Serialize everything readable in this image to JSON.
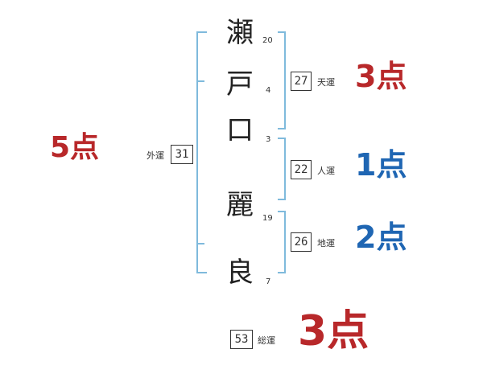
{
  "colors": {
    "red": "#b8282a",
    "blue": "#1f66b3",
    "bracket": "#7fbadc"
  },
  "name_chars": [
    {
      "char": "瀬",
      "strokes": "20"
    },
    {
      "char": "戸",
      "strokes": "4"
    },
    {
      "char": "口",
      "strokes": "3"
    },
    {
      "char": "麗",
      "strokes": "19"
    },
    {
      "char": "良",
      "strokes": "7"
    }
  ],
  "fortunes": {
    "gaiun": {
      "label": "外運",
      "value": "31",
      "score": "5点"
    },
    "tenun": {
      "label": "天運",
      "value": "27",
      "score": "3点"
    },
    "jinun": {
      "label": "人運",
      "value": "22",
      "score": "1点"
    },
    "chiun": {
      "label": "地運",
      "value": "26",
      "score": "2点"
    },
    "souun": {
      "label": "総運",
      "value": "53",
      "score": "3点"
    }
  }
}
